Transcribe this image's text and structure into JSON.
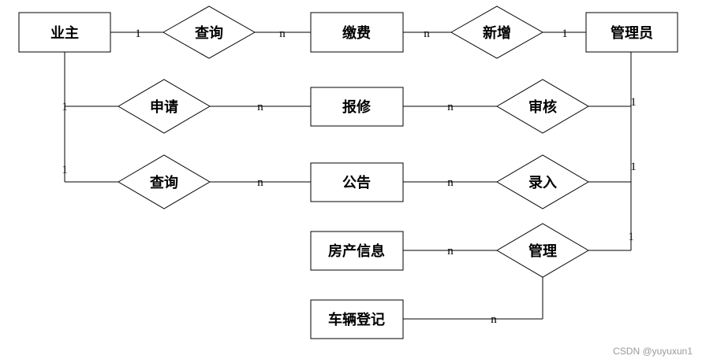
{
  "diagram": {
    "entities": {
      "owner": "业主",
      "fee": "缴费",
      "admin": "管理员",
      "repair": "报修",
      "notice": "公告",
      "house": "房产信息",
      "vehicle": "车辆登记"
    },
    "relationships": {
      "query_fee": "查询",
      "add": "新增",
      "apply": "申请",
      "review": "审核",
      "query_notice": "查询",
      "entry": "录入",
      "manage": "管理"
    },
    "cardinality": {
      "one": "1",
      "many": "n"
    }
  },
  "watermark": "CSDN @yuyuxun1"
}
